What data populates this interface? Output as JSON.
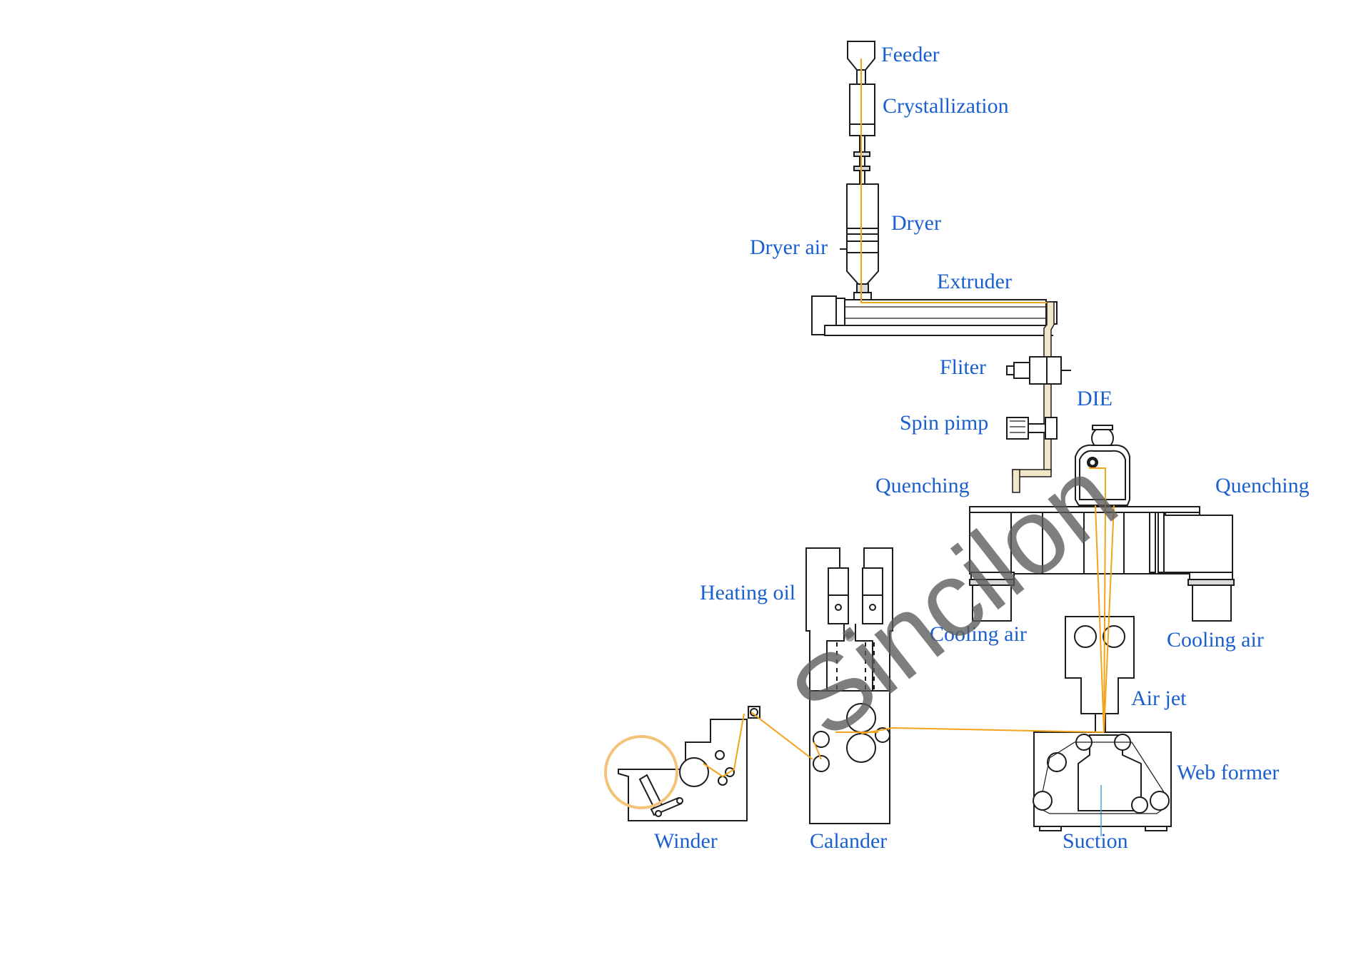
{
  "watermark": "Sincilon",
  "labels": {
    "feeder": "Feeder",
    "crystallization": "Crystallization",
    "dryer": "Dryer",
    "dryer_air": "Dryer air",
    "extruder": "Extruder",
    "fliter": "Fliter",
    "die": "DIE",
    "spin_pimp": "Spin pimp",
    "quenching_left": "Quenching",
    "quenching_right": "Quenching",
    "heating_oil": "Heating oil",
    "cooling_air_left": "Cooling air",
    "cooling_air_right": "Cooling air",
    "air_jet": "Air jet",
    "web_former": "Web former",
    "winder": "Winder",
    "calander": "Calander",
    "suction": "Suction"
  },
  "colors": {
    "label": "#1a5fd0",
    "fiber_line": "#f3a21b",
    "outline": "#1c1c1c",
    "watermark": "#5a5a5a",
    "winder_highlight": "#f5c27a"
  }
}
